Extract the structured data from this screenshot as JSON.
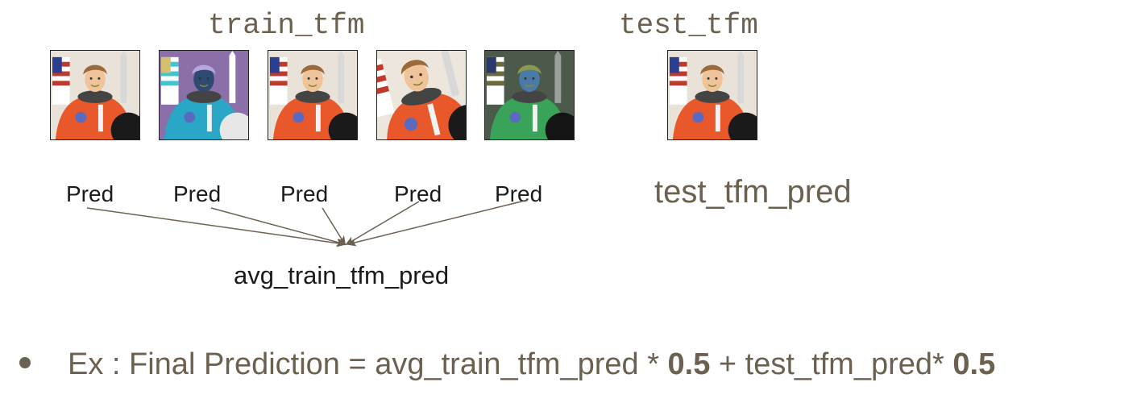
{
  "labels": {
    "train_tfm": "train_tfm",
    "test_tfm": "test_tfm",
    "pred": "Pred",
    "test_tfm_pred": "test_tfm_pred",
    "avg_train_tfm_pred": "avg_train_tfm_pred"
  },
  "train_images": [
    {
      "variant": "original"
    },
    {
      "variant": "inverted-colors"
    },
    {
      "variant": "original"
    },
    {
      "variant": "rotated"
    },
    {
      "variant": "color-jitter"
    }
  ],
  "test_image": {
    "variant": "original"
  },
  "formula": {
    "prefix": "Ex : Final Prediction = avg_train_tfm_pred * ",
    "weight_1": "0.5",
    "middle": " + test_tfm_pred* ",
    "weight_2": "0.5"
  },
  "colors": {
    "text_brown": "#6b6150",
    "arrow": "#6b6150"
  }
}
